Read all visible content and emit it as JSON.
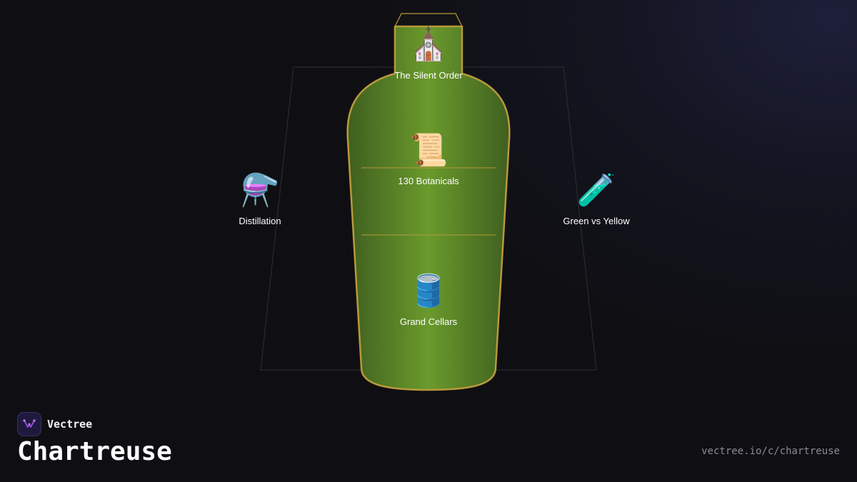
{
  "brand": {
    "name": "Vectree",
    "logo_icon": "vectree-logo-icon",
    "accent": "#a855f7"
  },
  "title": "Chartreuse",
  "url": "vectree.io/c/chartreuse",
  "colors": {
    "bottle_fill_center": "#6a9a2c",
    "bottle_fill_edge": "#3f5f1f",
    "bottle_stroke": "#b8993a",
    "panel_stroke": "#2a2a2e"
  },
  "nodes": {
    "silent_order": {
      "label": "The Silent Order",
      "icon": "church-icon",
      "emoji": "⛪"
    },
    "botanicals": {
      "label": "130 Botanicals",
      "icon": "scroll-icon",
      "emoji": "📜"
    },
    "grand_cellars": {
      "label": "Grand Cellars",
      "icon": "barrel-icon",
      "emoji": "🛢️"
    },
    "distillation": {
      "label": "Distillation",
      "icon": "flask-icon",
      "emoji": "⚗️"
    },
    "green_vs_yellow": {
      "label": "Green vs Yellow",
      "icon": "test-tube-icon",
      "emoji": "🧪"
    }
  }
}
